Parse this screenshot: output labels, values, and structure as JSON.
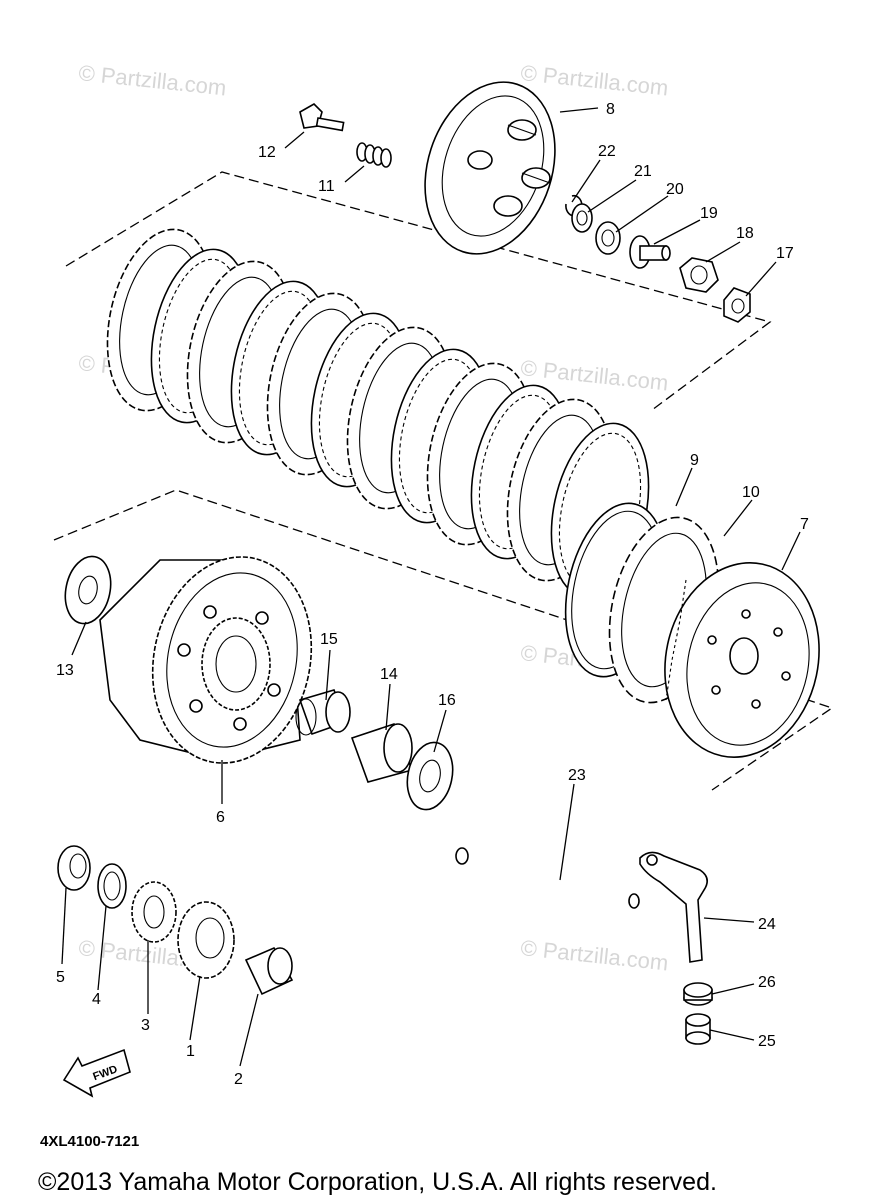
{
  "watermark": "© Partzilla.com",
  "diagram_code": "4XL4100-7121",
  "fwd_label": "FWD",
  "copyright": "©2013 Yamaha Motor Corporation, U.S.A. All rights reserved.",
  "callouts": {
    "p1": "1",
    "p2": "2",
    "p3": "3",
    "p4": "4",
    "p5": "5",
    "p6": "6",
    "p7": "7",
    "p8": "8",
    "p9": "9",
    "p10": "10",
    "p11": "11",
    "p12": "12",
    "p13": "13",
    "p14": "14",
    "p15": "15",
    "p16": "16",
    "p17": "17",
    "p18": "18",
    "p19": "19",
    "p20": "20",
    "p21": "21",
    "p22": "22",
    "p23": "23",
    "p24": "24",
    "p25": "25",
    "p26": "26"
  }
}
